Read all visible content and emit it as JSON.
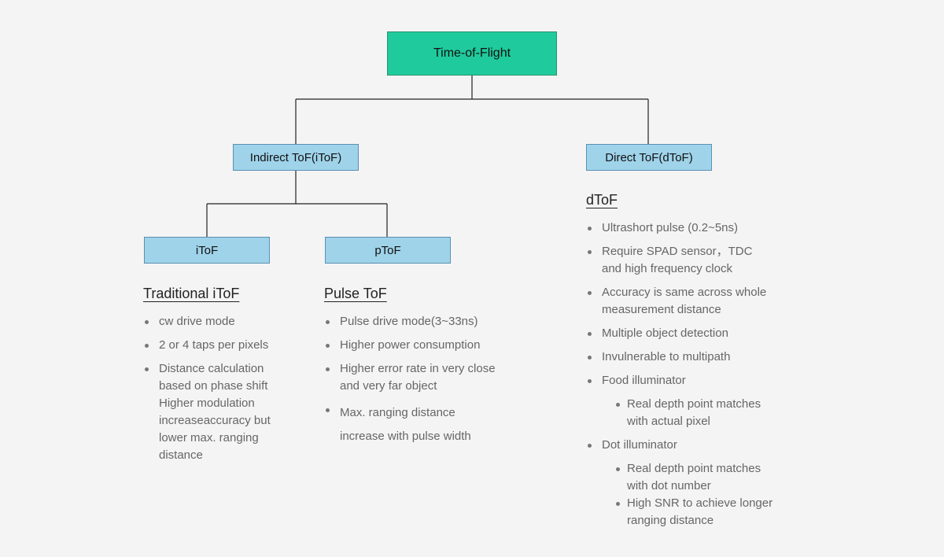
{
  "nodes": {
    "root": "Time-of-Flight",
    "indirect": "Indirect ToF(iToF)",
    "direct": "Direct ToF(dToF)",
    "itof": "iToF",
    "ptof": "pToF"
  },
  "sections": {
    "itof": {
      "title": "Traditional iToF",
      "bullets": [
        "cw drive mode",
        "2 or 4 taps per pixels",
        "Distance calculation based on phase shift Higher modulation increaseaccuracy but lower max. ranging distance"
      ]
    },
    "ptof": {
      "title": "Pulse ToF",
      "bullets": [
        "Pulse drive mode(3~33ns)",
        "Higher power consumption",
        "Higher error rate in very close and very far object",
        "Max. ranging distance increase with pulse width"
      ]
    },
    "dtof": {
      "title": "dToF",
      "bullets": [
        "Ultrashort pulse (0.2~5ns)",
        "Require SPAD sensor，TDC and high frequency clock",
        "Accuracy is same across whole measurement distance",
        "Multiple object detection",
        "Invulnerable to multipath",
        "Food illuminator",
        "Dot illuminator"
      ],
      "food_sub": [
        "Real depth point matches with actual pixel"
      ],
      "dot_sub": [
        "Real depth point matches with dot number",
        "High SNR to achieve longer ranging distance"
      ]
    }
  },
  "colors": {
    "root_fill": "#1fcb9c",
    "node_fill": "#9fd3ea",
    "background": "#f4f4f4"
  }
}
